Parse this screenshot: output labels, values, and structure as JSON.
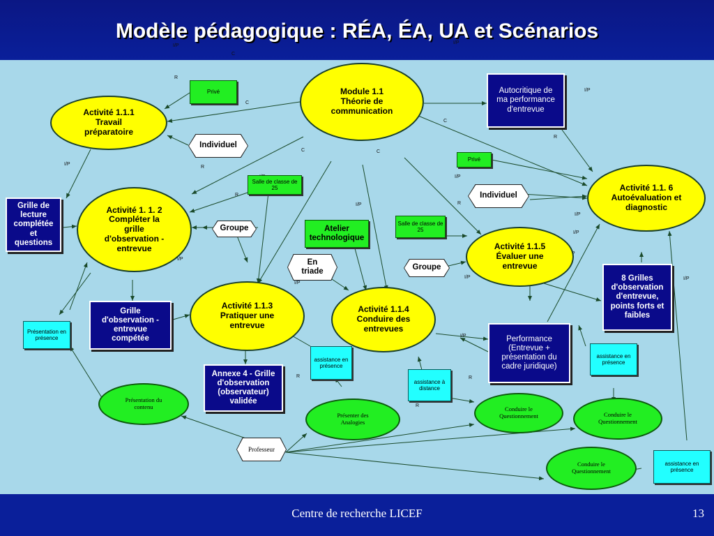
{
  "title": "Modèle pédagogique : RÉA, ÉA, UA et Scénarios",
  "footer": {
    "center": "Centre de recherche LICEF",
    "page": "13"
  },
  "nodes": {
    "module": "Module 1.1\nThéorie de\ncommunication",
    "act111": "Activité 1.1.1\nTravail\npréparatoire",
    "act112": "Activité 1. 1. 2\nCompléter la\ngrille\nd'observation -\nentrevue",
    "act113": "Activité 1.1.3\nPratiquer une\nentrevue",
    "act114": "Activité 1.1.4\nConduire des\nentrevues",
    "act115": "Activité 1.1.5\nÉvaluer une\nentrevue",
    "act116": "Activité 1.1. 6\nAutoévaluation et\ndiagnostic",
    "autocritique": "Autocritique de\nma performance\nd'entrevue",
    "grille_lecture": "Grille de\nlecture\ncomplétée\net\nquestions",
    "grille_obs": "Grille\nd'observation -\nentrevue\ncompétée",
    "annexe4": "Annexe 4 - Grille\nd'observation\n(observateur)\nvalidée",
    "performance": "Performance\n(Entrevue +\nprésentation du\ncadre juridique)",
    "huit_grilles": "8 Grilles\nd'observation\nd'entrevue,\npoints forts et\nfaibles",
    "prive1": "Privé",
    "prive2": "Privé",
    "salle1": "Salle de classe de\n25",
    "salle2": "Salle de classe de\n25",
    "atelier": "Atelier\ntechnologique",
    "individuel1": "Individuel",
    "individuel2": "Individuel",
    "groupe1": "Groupe",
    "groupe2": "Groupe",
    "en_triade": "En\ntriade",
    "professeur": "Professeur",
    "pres_presence": "Présentation en\nprésence",
    "assist1": "assistance en\nprésence",
    "assist_distance": "assistance à\ndistance",
    "assist2": "assistance en\nprésence",
    "assist3": "assistance en\nprésence",
    "pres_contenu": "Présentation du\ncontenu",
    "presenter_analogies": "Présenter des\nAnalogies",
    "conduire1": "Conduire le\nQuestionnement",
    "conduire2": "Conduire le\nQuestionnement",
    "conduire3": "Conduire le\nQuestionnement"
  },
  "link_labels": {
    "ip": "I/P",
    "c": "C",
    "r": "R"
  },
  "colors": {
    "activity": "#ffff00",
    "resource": "#0a0a8a",
    "context": "#22ee22",
    "assistance": "#22ffff",
    "scenario": "#22ee22",
    "background": "#a8d8ea"
  }
}
